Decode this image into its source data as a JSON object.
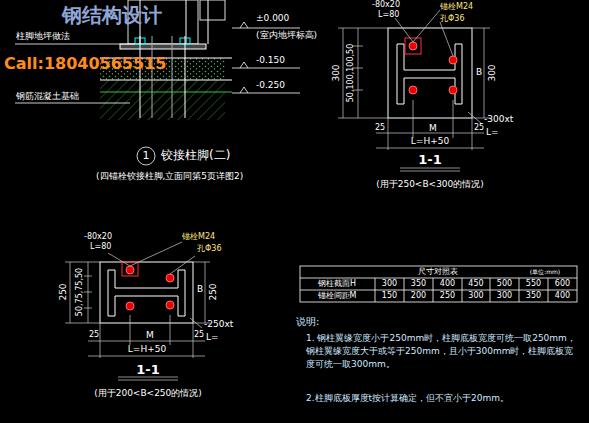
{
  "diagram": {
    "labels": [
      "钢结构设计",
      "Call:18040565515",
      "柱脚地坪做法",
      "钢筋混凝土基础",
      "±0.000",
      "(室内地坪标高)",
      "-0.150",
      "-0.250",
      "1",
      "铰接柱脚(二)",
      "(四锚栓铰接柱脚,立面同第5页详图2)",
      "-80x20",
      "L=80",
      "锚栓M24",
      "孔Φ36",
      "300",
      "50,100,100,50",
      "B",
      "300",
      "25",
      "M",
      "25",
      "L=H+50",
      "-300xt",
      "L=",
      "1-1",
      "(用于250<B<300的情况)",
      "-80x20",
      "L=80",
      "锚栓M24",
      "孔Φ36",
      "250",
      "50,75,75,50",
      "B",
      "250",
      "25",
      "M",
      "25",
      "L=H+50",
      "-250xt",
      "L=",
      "1-1",
      "(用于200<B<250的情况)",
      "尺寸对照表",
      "(单位:mm)",
      "钢柱截面H",
      "300",
      "350",
      "400",
      "450",
      "500",
      "550",
      "600",
      "锚栓间距M",
      "150",
      "200",
      "250",
      "300",
      "300",
      "350",
      "400",
      "说明:",
      "1. 钢柱翼缘宽度小于250mm时，柱脚底板宽度可统一取250mm，钢柱翼缘宽度大于或等于250mm，且小于300mm时，柱脚底板宽度可统一取300mm。",
      "2.柱脚底板厚度t按计算确定，但不宜小于20mm。"
    ]
  }
}
